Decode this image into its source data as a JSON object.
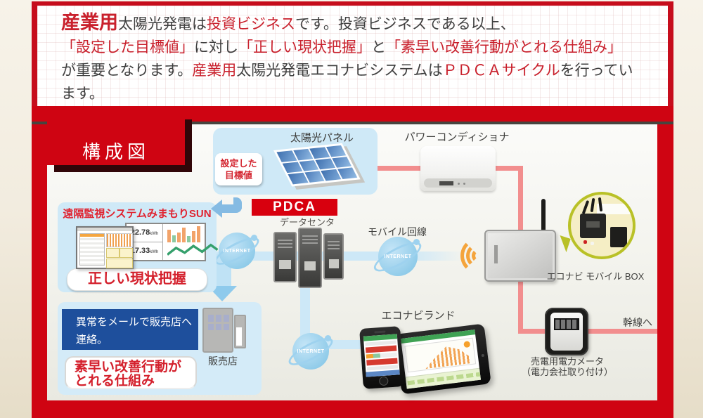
{
  "quote": {
    "segments": [
      {
        "text": "産業用"
      },
      {
        "text": "太陽光発電は"
      },
      {
        "text": "投資ビジネス"
      },
      {
        "text": "です。投資ビジネスである以上、"
      },
      {
        "text": "「設定した目標値」"
      },
      {
        "text": "に対し"
      },
      {
        "text": "「正しい現状把握」"
      },
      {
        "text": "と"
      },
      {
        "text": "「素早い改善行動がとれる仕組み」"
      },
      {
        "text": "が重要となります。"
      },
      {
        "text": "産業用"
      },
      {
        "text": "太陽光発電エコナビシステムは"
      },
      {
        "text": "ＰＤＣＡサイクル"
      },
      {
        "text": "を行ってい"
      },
      {
        "text": "ます。"
      }
    ]
  },
  "diagram": {
    "title": "構成図",
    "solar_panel_label": "太陽光パネル",
    "target_line1": "設定した",
    "target_line2": "目標値",
    "pdca": "PDCA",
    "datacenter": "データセンタ",
    "power_conditioner": "パワーコンディショナ",
    "mobile_line": "モバイル回線",
    "internet": "INTERNET",
    "monitor": {
      "title": "遠隔監視システムみまもりSUN",
      "reading1": "22.78",
      "reading2": "17.33",
      "unit": "kWh",
      "status": "正しい現状把握"
    },
    "alert_line1": "異常をメールで販売店へ",
    "alert_line2": "連絡。",
    "improve_line1": "素早い改善行動が",
    "improve_line2": "とれる仕組み",
    "shop": "販売店",
    "econavi_land": "エコナビランド",
    "mobile_box": "エコナビ モバイル BOX",
    "meter_line1": "売電用電力メータ",
    "meter_line2": "（電力会社取り付け）",
    "trunk": "幹線へ"
  },
  "colors": {
    "frame_red": "#cf0412",
    "accent_red": "#c9202c",
    "panel_blue": "#cfe9f7",
    "line_red": "#f28e8e",
    "line_blue": "#cde8f7",
    "alert_blue": "#1e4f9c",
    "wifi_orange": "#f4a43c",
    "callout_yellow_green": "#b9c127"
  }
}
